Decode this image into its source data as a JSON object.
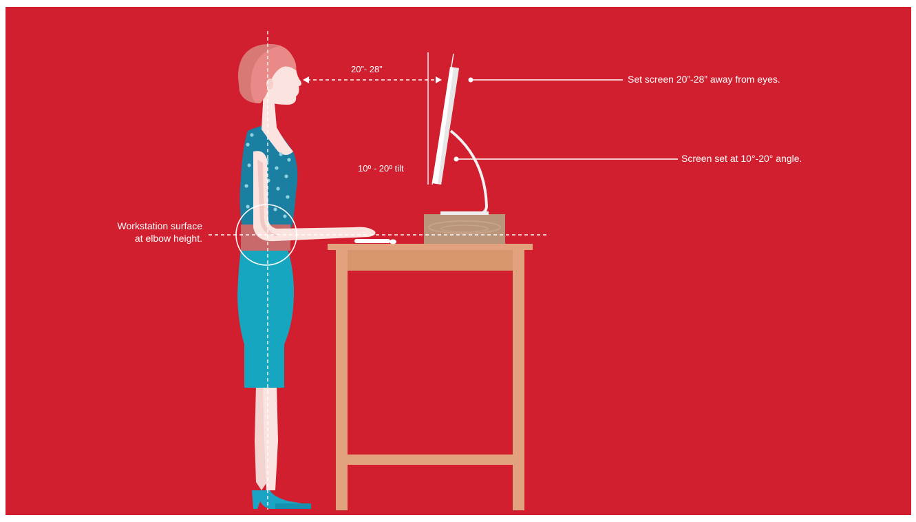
{
  "colors": {
    "background": "#d11f2f",
    "frame": "#ffffff",
    "skin": "#fbe3e0",
    "hair": "#e98a88",
    "top": "#1a7fa0",
    "skirt": "#17a6c0",
    "shoe": "#1aa5c4",
    "desk": "#e2a27e",
    "riser": "#b9957c",
    "guide": "#ffffff"
  },
  "annotations": {
    "eye_distance_note": "Set screen 20”-28” away from eyes.",
    "screen_angle_note": "Screen set at 10°-20° angle.",
    "desk_note_line1": "Workstation surface",
    "desk_note_line2": "at elbow height.",
    "distance_measure": "20”- 28”",
    "tilt_measure": "10º - 20º tilt"
  },
  "icons": [
    "standing-woman-figure",
    "standing-desk",
    "monitor",
    "keyboard",
    "mouse",
    "monitor-riser"
  ]
}
